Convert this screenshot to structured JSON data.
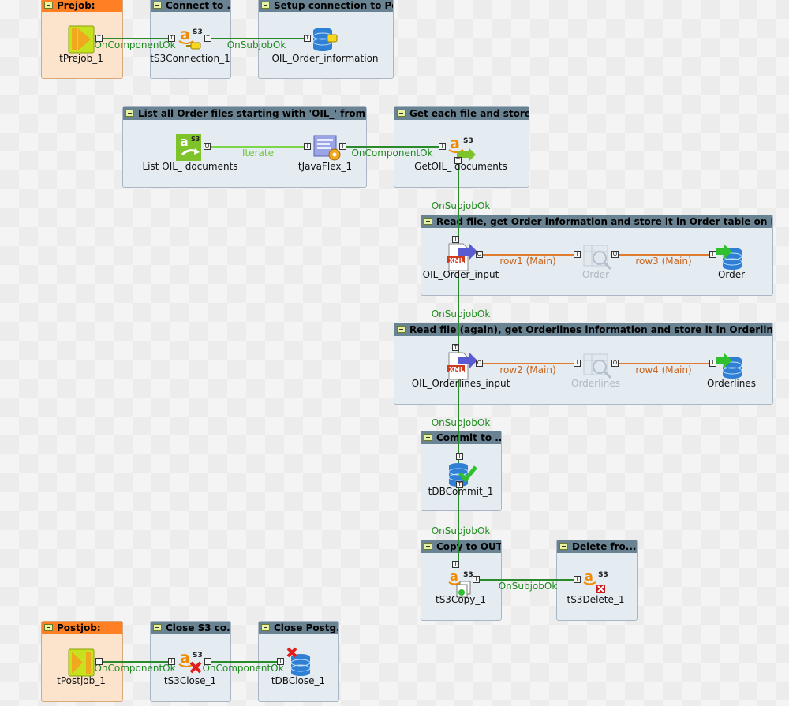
{
  "subjobs": {
    "prejob": "Prejob:",
    "connect_s3": "Connect to ...",
    "setup_pg": "Setup connection to Po...",
    "list_files": "List all Order files starting with 'OIL_' from bu...",
    "get_files": "Get each file and store ...",
    "read_order": "Read file, get Order information and store it in Order table on Postgr...",
    "read_orderlines": "Read file (again), get Orderlines information and store it in Orderlines table ...",
    "commit": "Commit to ...",
    "copy_out": "Copy to OUT",
    "delete_from": "Delete fro...",
    "postjob": "Postjob:",
    "close_s3": "Close S3 co...",
    "close_pg": "Close Postg..."
  },
  "components": {
    "prejob": "tPrejob_1",
    "s3_connection": "tS3Connection_1",
    "oil_order_information": "OIL_Order_information",
    "list_oil_documents": "List OIL_ documents",
    "java_flex": "tJavaFlex_1",
    "get_oil_documents": "GetOIL_ documents",
    "oil_order_input": "OIL_Order_input",
    "order_map": "Order",
    "order_output": "Order",
    "oil_orderlines_input": "OIL_Orderlines_input",
    "orderlines_map": "Orderlines",
    "orderlines_output": "Orderlines",
    "db_commit": "tDBCommit_1",
    "s3_copy": "tS3Copy_1",
    "s3_delete": "tS3Delete_1",
    "postjob": "tPostjob_1",
    "s3_close": "tS3Close_1",
    "db_close": "tDBClose_1"
  },
  "links": {
    "prejob_component_ok": "OnComponentOk",
    "pre_subjob_ok": "OnSubjobOk",
    "iterate": "Iterate",
    "flex_component_ok": "OnComponentOk",
    "subjob_ok_read_order": "OnSubjobOk",
    "row1": "row1 (Main)",
    "row3": "row3 (Main)",
    "subjob_ok_read_orderlines": "OnSubjobOk",
    "row2": "row2 (Main)",
    "row4": "row4 (Main)",
    "subjob_ok_commit": "OnSubjobOk",
    "subjob_ok_copy": "OnSubjobOk",
    "copy_subjob_ok": "OnSubjobOk",
    "post_component_ok_1": "OnComponentOk",
    "post_component_ok_2": "OnComponentOk"
  },
  "badges": {
    "s3": "S3",
    "xml": "XML",
    "amazon": "a",
    "trigger": "T",
    "iterate_port": "I",
    "output_port": "O"
  },
  "colors": {
    "subjob_bg": "#e4ecf2",
    "subjob_header": "#6a8392",
    "prepost_header": "#ff7f24",
    "prepost_bg": "#fbe3cc",
    "trigger_link": "#2a8a2a",
    "iterate_link": "#7dd64a",
    "main_link": "#e07a2e"
  }
}
